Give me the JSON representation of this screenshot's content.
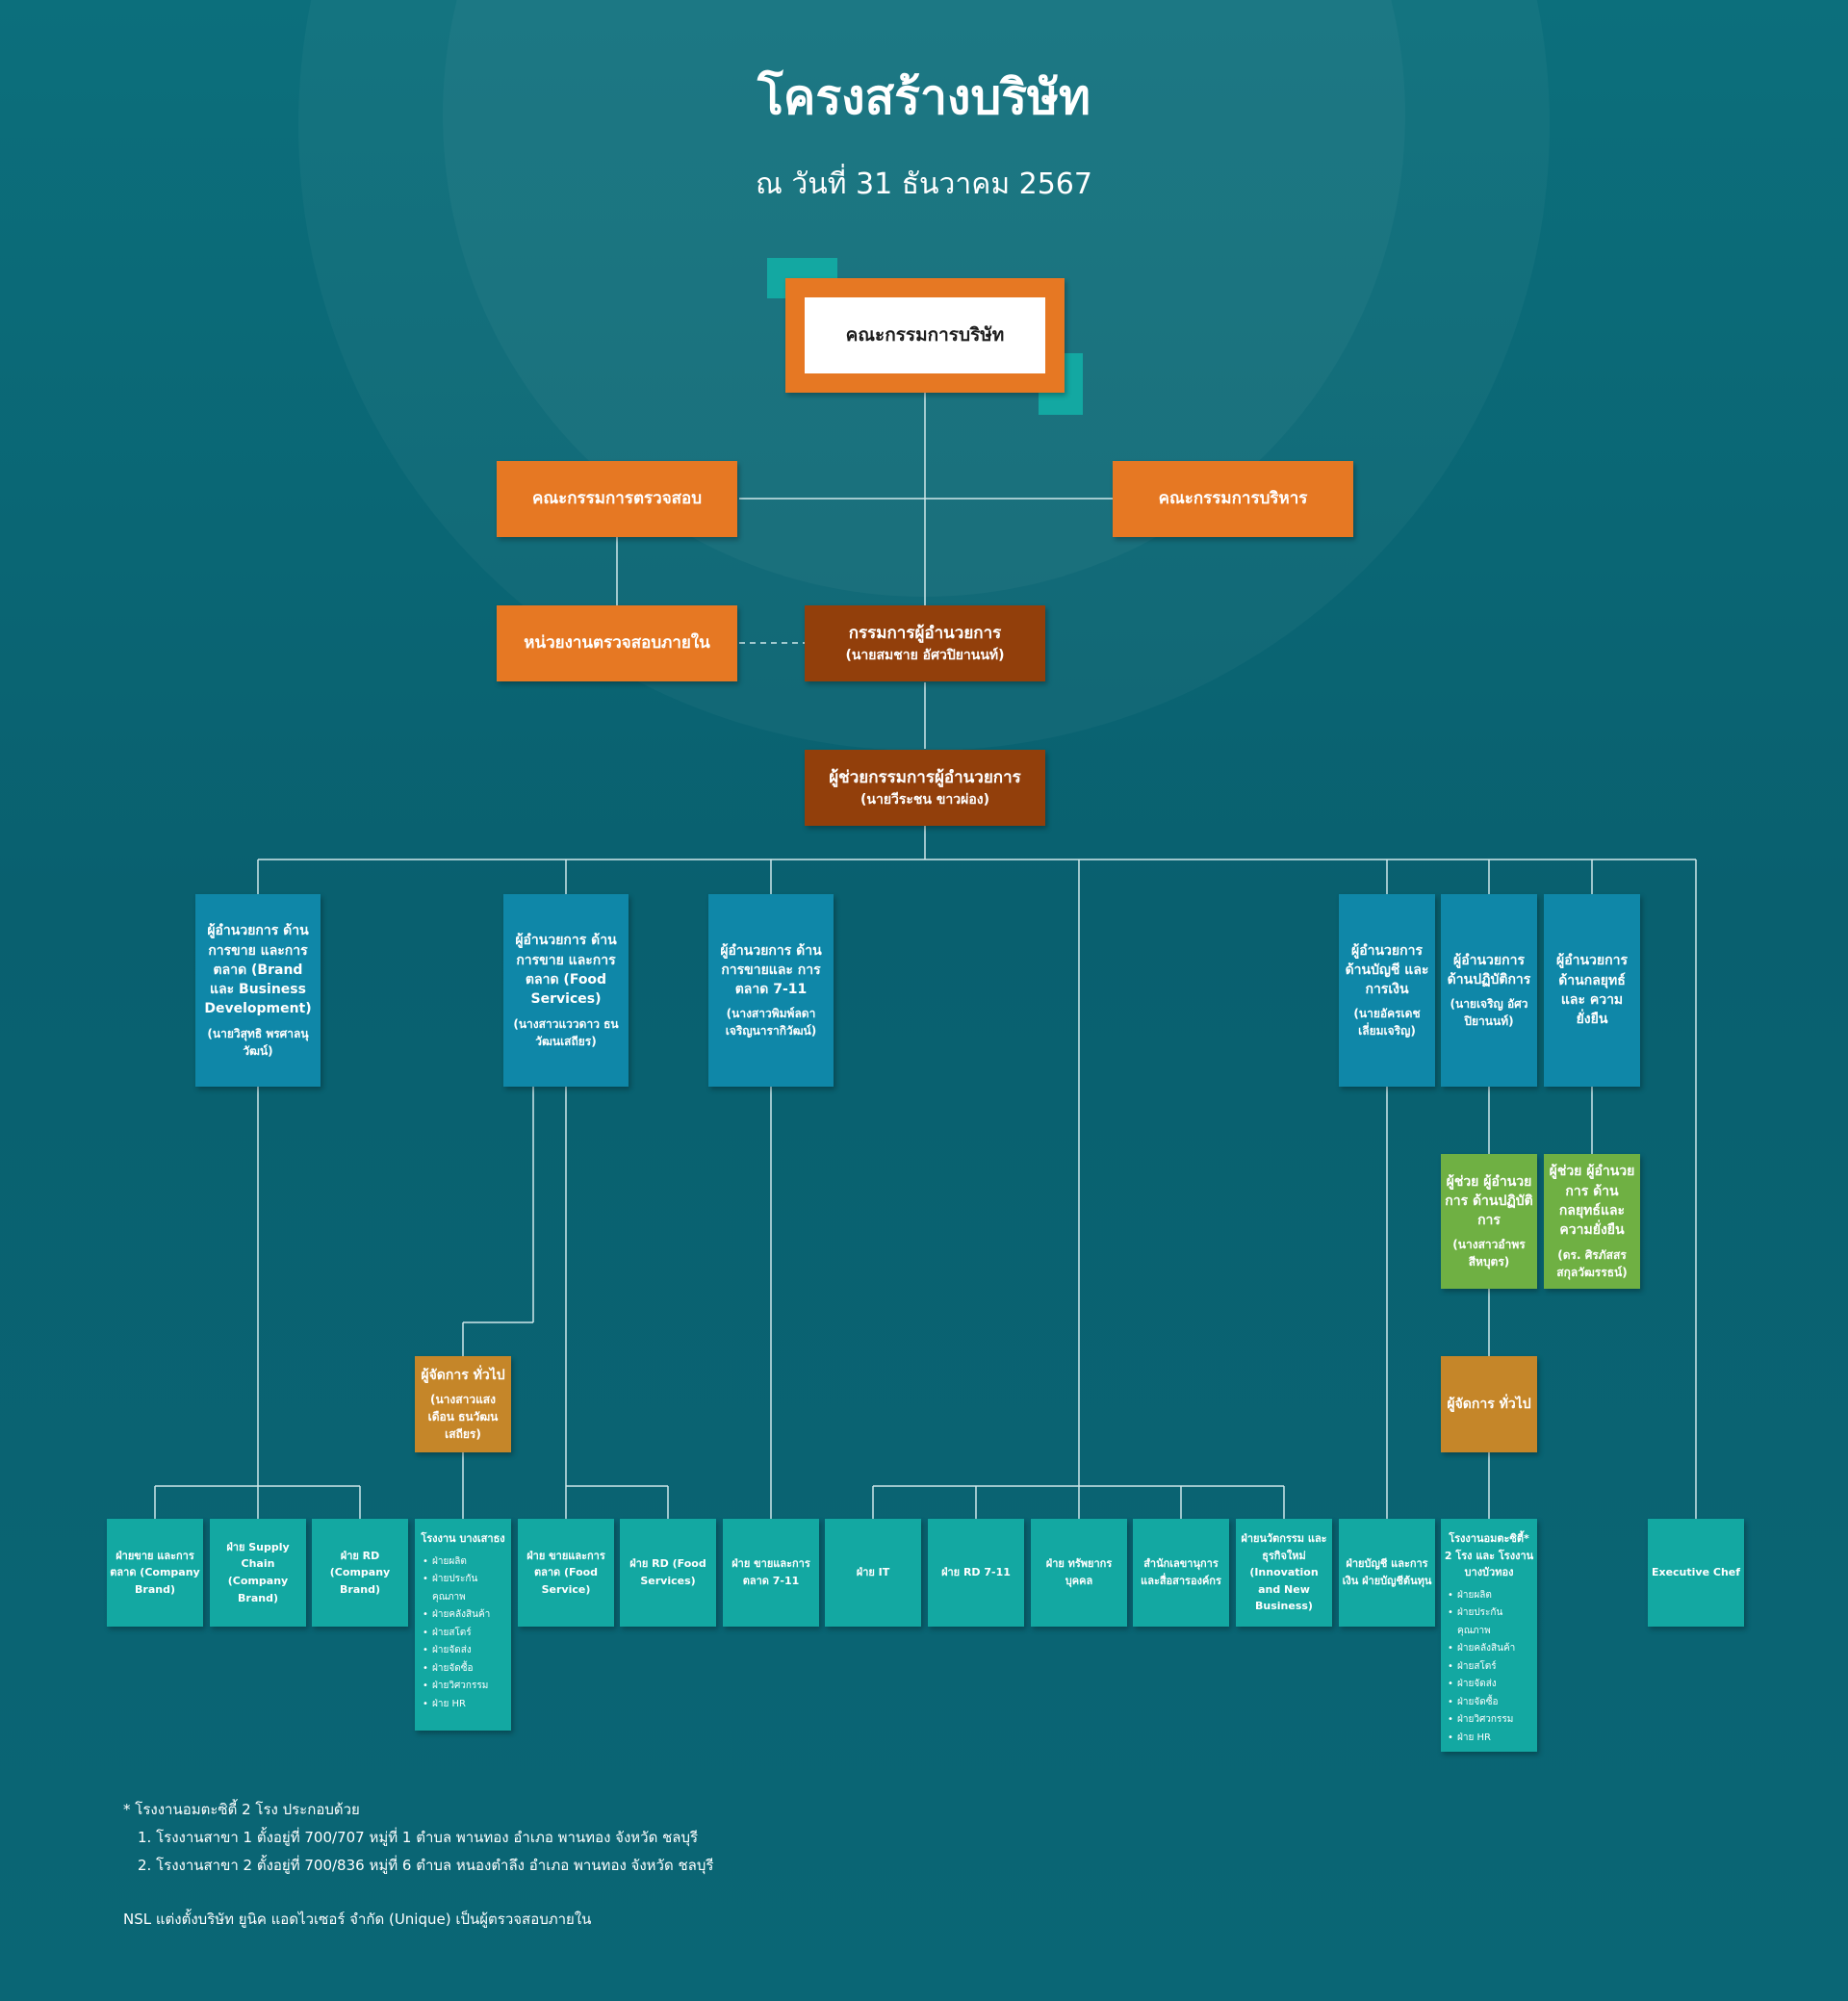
{
  "title": "โครงสร้างบริษัท",
  "subtitle": "ณ วันที่ 31 ธันวาคม 2567",
  "colors": {
    "orange": "#e67823",
    "brown": "#923f0b",
    "blue": "#0f87a8",
    "green": "#6fb043",
    "gold": "#c58629",
    "teal": "#13a8a2",
    "line": "#cfe7ea",
    "white": "#ffffff"
  },
  "board": {
    "label": "คณะกรรมการบริษัท"
  },
  "audit_committee": {
    "label": "คณะกรรมการตรวจสอบ"
  },
  "executive_committee": {
    "label": "คณะกรรมการบริหาร"
  },
  "internal_audit": {
    "label": "หน่วยงานตรวจสอบภายใน"
  },
  "md": {
    "label": "กรรมการผู้อำนวยการ",
    "name": "(นายสมชาย อัศวปิยานนท์)"
  },
  "assistant_md": {
    "label": "ผู้ช่วยกรรมการผู้อำนวยการ",
    "name": "(นายวีระชน ขาวผ่อง)"
  },
  "directors": [
    {
      "label": "ผู้อำนวยการ ด้านการขาย และการตลาด (Brand และ Business Development)",
      "name": "(นายวิสุทธิ พรศาลนุวัฒน์)"
    },
    {
      "label": "ผู้อำนวยการ ด้านการขาย และการตลาด (Food Services)",
      "name": "(นางสาวแววดาว ธนวัฒนเสถียร)"
    },
    {
      "label": "ผู้อำนวยการ ด้านการขายและ การตลาด 7-11",
      "name": "(นางสาวพิมพ์ลดา เจริญนารากิวัฒน์)"
    },
    {
      "label": "ผู้อำนวยการ ด้านบัญชี และการเงิน",
      "name": "(นายอัครเดช เลี่ยมเจริญ)"
    },
    {
      "label": "ผู้อำนวยการ ด้านปฏิบัติการ",
      "name": "(นายเจริญ อัศวปิยานนท์)"
    },
    {
      "label": "ผู้อำนวยการ ด้านกลยุทธ์และ ความยั่งยืน",
      "name": ""
    }
  ],
  "assistant_directors": [
    {
      "label": "ผู้ช่วย ผู้อำนวยการ ด้านปฏิบัติการ",
      "name": "(นางสาวอำพร สีหบุตร)"
    },
    {
      "label": "ผู้ช่วย ผู้อำนวยการ ด้านกลยุทธ์และ ความยั่งยืน",
      "name": "(ดร. ศิรภัสสร สกุลวัฒรรธน์)"
    }
  ],
  "gm_food": {
    "label": "ผู้จัดการ ทั่วไป",
    "name": "(นางสาวแสงเดือน ธนวัฒนเสถียร)"
  },
  "gm_ops": {
    "label": "ผู้จัดการ ทั่วไป"
  },
  "departments": [
    {
      "label": "ฝ่ายขาย และการตลาด (Company Brand)"
    },
    {
      "label": "ฝ่าย Supply Chain (Company Brand)"
    },
    {
      "label": "ฝ่าย RD (Company Brand)"
    },
    {
      "label": "โรงงาน บางเสาธง",
      "items": [
        "ฝ่ายผลิต",
        "ฝ่ายประกัน คุณภาพ",
        "ฝ่ายคลังสินค้า",
        "ฝ่ายสโตร์",
        "ฝ่ายจัดส่ง",
        "ฝ่ายจัดซื้อ",
        "ฝ่ายวิศวกรรม",
        "ฝ่าย HR"
      ]
    },
    {
      "label": "ฝ่าย ขายและการตลาด (Food Service)"
    },
    {
      "label": "ฝ่าย RD (Food Services)"
    },
    {
      "label": "ฝ่าย ขายและการตลาด 7-11"
    },
    {
      "label": "ฝ่าย IT"
    },
    {
      "label": "ฝ่าย RD 7-11"
    },
    {
      "label": "ฝ่าย ทรัพยากรบุคคล"
    },
    {
      "label": "สำนักเลขานุการ และสื่อสารองค์กร"
    },
    {
      "label": "ฝ่ายนวัตกรรม และธุรกิจใหม่ (Innovation and New Business)"
    },
    {
      "label": "ฝ่ายบัญชี และการเงิน ฝ่ายบัญชีต้นทุน"
    },
    {
      "label": "โรงงานอมตะซิตี้* 2 โรง และ โรงงานบางบัวทอง",
      "items": [
        "ฝ่ายผลิต",
        "ฝ่ายประกัน คุณภาพ",
        "ฝ่ายคลังสินค้า",
        "ฝ่ายสโตร์",
        "ฝ่ายจัดส่ง",
        "ฝ่ายจัดซื้อ",
        "ฝ่ายวิศวกรรม",
        "ฝ่าย HR"
      ]
    },
    {
      "label": "Executive Chef"
    }
  ],
  "notes": {
    "star_note": "* โรงงานอมตะซิตี้ 2 โรง ประกอบด้วย",
    "item1": "1.  โรงงานสาขา 1 ตั้งอยู่ที่ 700/707 หมู่ที่ 1 ตำบล พานทอง อำเภอ พานทอง จังหวัด ชลบุรี",
    "item2": "2.  โรงงานสาขา 2 ตั้งอยู่ที่ 700/836 หมู่ที่ 6 ตำบล หนองตำลึง อำเภอ พานทอง จังหวัด ชลบุรี",
    "auditor_note": "NSL แต่งตั้งบริษัท ยูนิค แอดไวเซอร์ จำกัด (Unique) เป็นผู้ตรวจสอบภายใน"
  }
}
